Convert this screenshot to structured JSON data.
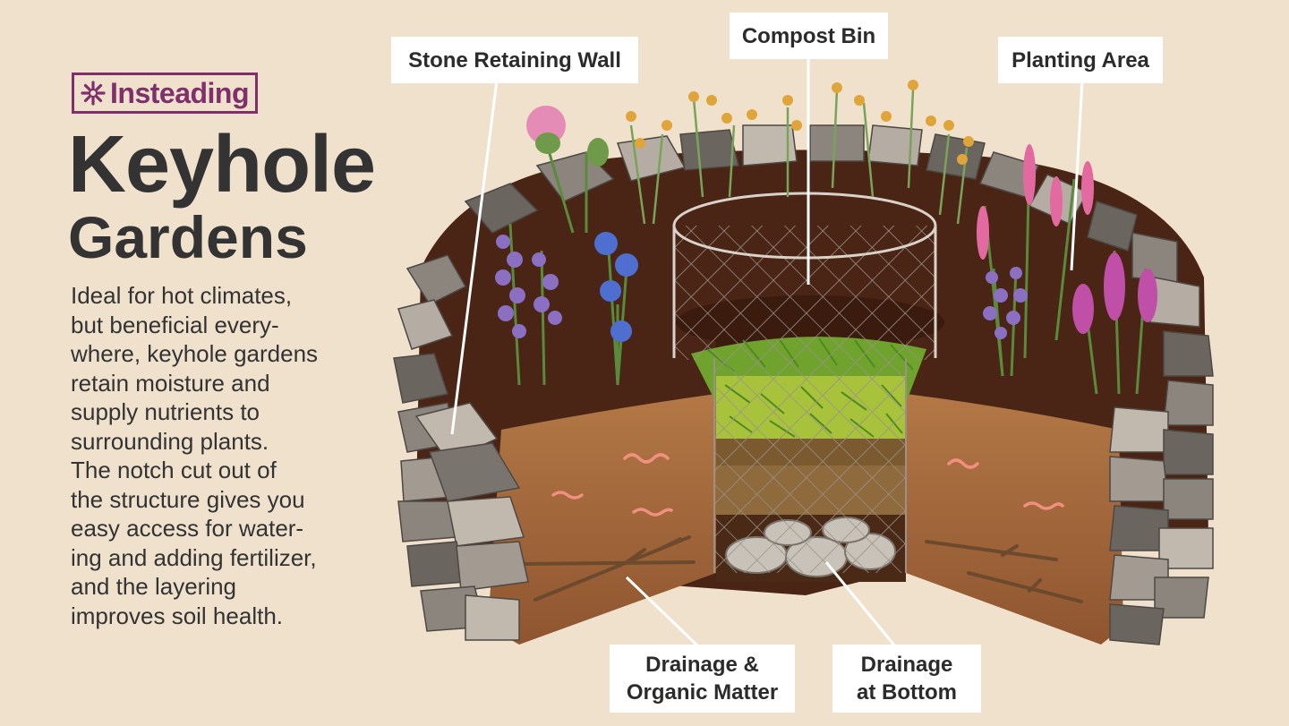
{
  "brand": {
    "name": "Insteading",
    "color": "#7e2f6c"
  },
  "title": {
    "line1": "Keyhole",
    "line2": "Gardens"
  },
  "description": {
    "lines": [
      "Ideal for hot climates,",
      "but beneficial every-",
      "where, keyhole gardens",
      "retain moisture and",
      "supply nutrients to",
      "surrounding plants.",
      "The notch cut out of",
      "the structure gives you",
      "easy access for water-",
      "ing and adding fertilizer,",
      "and the layering",
      "improves soil health."
    ]
  },
  "callouts": {
    "stone_wall": "Stone Retaining Wall",
    "compost_bin": "Compost Bin",
    "planting_area": "Planting Area",
    "drainage_organic": {
      "line1": "Drainage &",
      "line2": "Organic Matter"
    },
    "drainage_bottom": {
      "line1": "Drainage",
      "line2": "at Bottom"
    }
  },
  "colors": {
    "background": "#f0e1cd",
    "text": "#333333",
    "soil_dark": "#4a2414",
    "soil_light": "#a86a3e",
    "stone_dark": "#6b6560",
    "stone_light": "#b5ada3",
    "compost_green": "#86b83a"
  }
}
